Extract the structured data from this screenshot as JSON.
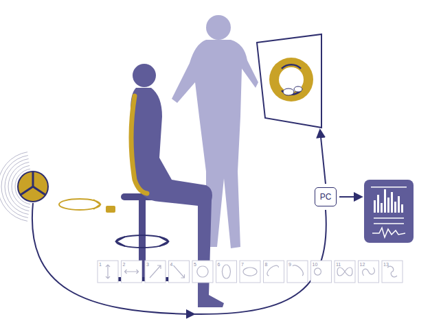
{
  "diagram": {
    "nodes": [
      {
        "text": [
          "PC"
        ]
      }
    ],
    "labels": [
      "1",
      "2",
      "3",
      "4",
      "5",
      "6",
      "7",
      "8",
      "9",
      "10",
      "11",
      "12",
      "13"
    ]
  }
}
